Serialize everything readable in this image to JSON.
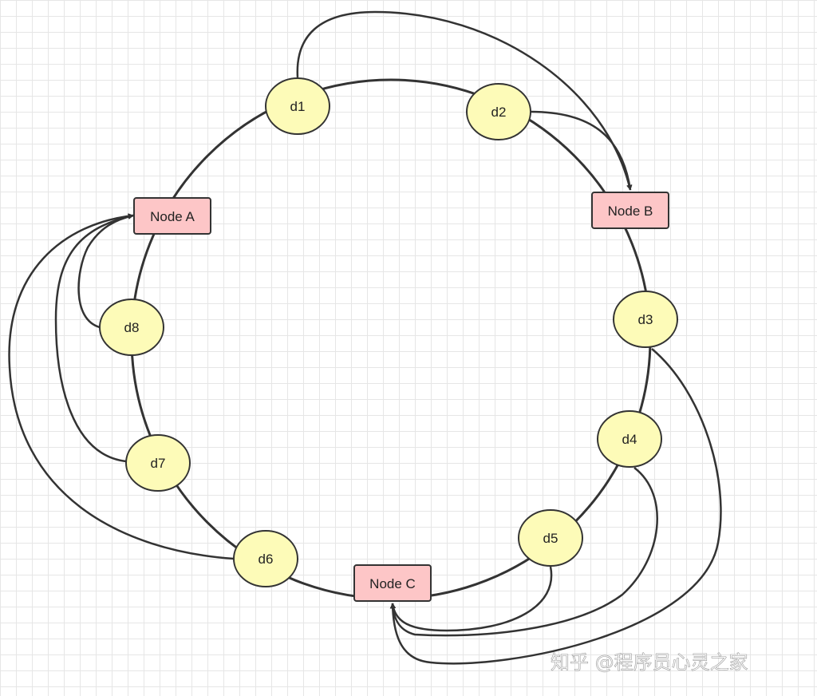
{
  "colors": {
    "node_fill": "#fdc6c7",
    "data_fill": "#fdfbb8",
    "stroke": "#333333",
    "grid": "#e6e6e6"
  },
  "nodes": {
    "node_a": "Node A",
    "node_b": "Node B",
    "node_c": "Node C"
  },
  "data": {
    "d1": "d1",
    "d2": "d2",
    "d3": "d3",
    "d4": "d4",
    "d5": "d5",
    "d6": "d6",
    "d7": "d7",
    "d8": "d8"
  },
  "edges": [
    {
      "from": "d1",
      "to": "Node B"
    },
    {
      "from": "d2",
      "to": "Node B"
    },
    {
      "from": "d3",
      "to": "Node C"
    },
    {
      "from": "d4",
      "to": "Node C"
    },
    {
      "from": "d5",
      "to": "Node C"
    },
    {
      "from": "d6",
      "to": "Node A"
    },
    {
      "from": "d7",
      "to": "Node A"
    },
    {
      "from": "d8",
      "to": "Node A"
    }
  ],
  "watermark": "知乎 @程序员心灵之家"
}
